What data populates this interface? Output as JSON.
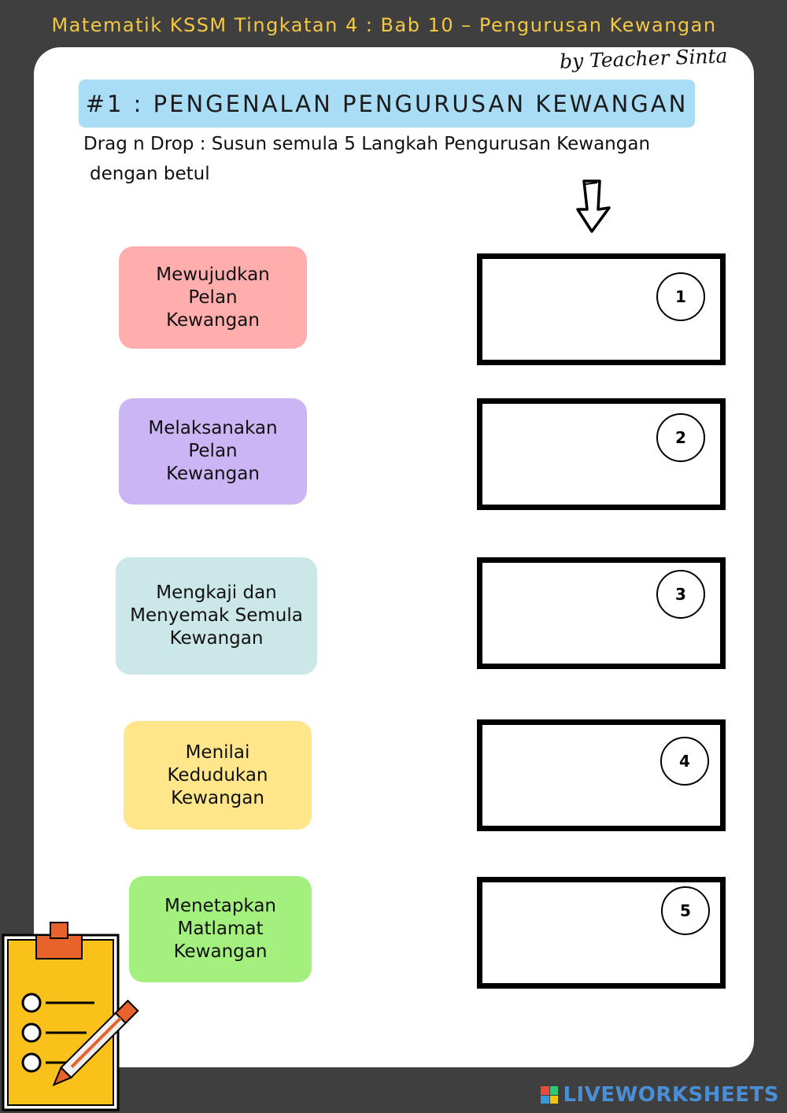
{
  "header": {
    "title": "Matematik KSSM Tingkatan 4 : Bab 10 – Pengurusan Kewangan",
    "byline": "by Teacher Sinta"
  },
  "banner": {
    "title": "#1 : PENGENALAN PENGURUSAN KEWANGAN"
  },
  "instructions": {
    "line1": "Drag n Drop : Susun semula 5 Langkah Pengurusan Kewangan",
    "line2": "dengan betul"
  },
  "cards": [
    {
      "label": "Mewujudkan\nPelan\nKewangan",
      "color": "#ffadad"
    },
    {
      "label": "Melaksanakan\nPelan\nKewangan",
      "color": "#cbb5f5"
    },
    {
      "label": "Mengkaji dan\nMenyemak Semula\nKewangan",
      "color": "#cce7e8"
    },
    {
      "label": "Menilai\nKedudukan\nKewangan",
      "color": "#ffe68a"
    },
    {
      "label": "Menetapkan\nMatlamat\nKewangan",
      "color": "#a3f07f"
    }
  ],
  "drop_zones": [
    {
      "number": "1"
    },
    {
      "number": "2"
    },
    {
      "number": "3"
    },
    {
      "number": "4"
    },
    {
      "number": "5"
    }
  ],
  "branding": {
    "text": "LIVEWORKSHEETS"
  },
  "colors": {
    "background": "#3f3f40",
    "header_text": "#f5c842",
    "banner": "#a9dcf5",
    "brand": "#4a8fd6"
  }
}
